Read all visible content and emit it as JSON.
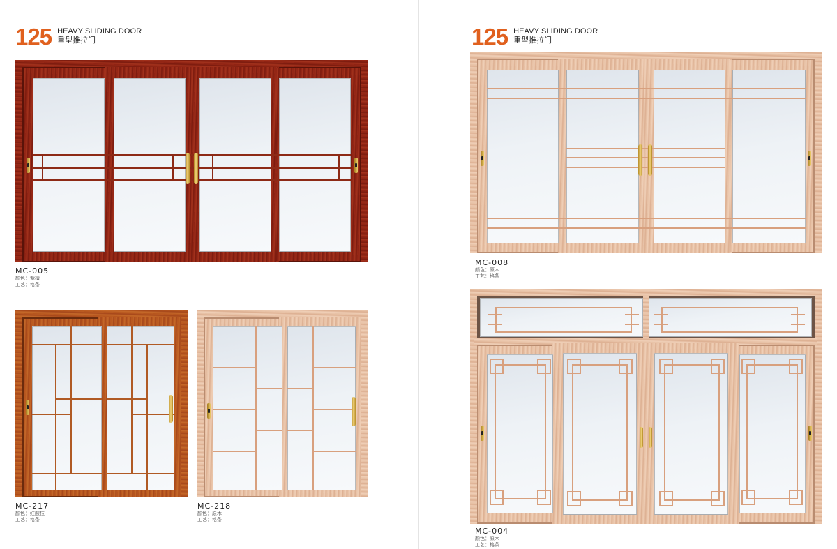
{
  "pages": [
    {
      "header": {
        "number": "125",
        "title_en": "HEAVY SLIDING DOOR",
        "title_cn": "重型推拉门"
      },
      "products": [
        {
          "code": "MC-005",
          "color_line": "颜色：紫檀",
          "craft_line": "工艺：格条",
          "finish": "mahogany",
          "finish_color": "#8b2012"
        },
        {
          "code": "MC-217",
          "color_line": "颜色：红酸枝",
          "craft_line": "工艺：格条",
          "finish": "red-sandalwood",
          "finish_color": "#b4521c"
        },
        {
          "code": "MC-218",
          "color_line": "颜色：原木",
          "craft_line": "工艺：格条",
          "finish": "natural-wood",
          "finish_color": "#e7c0a4"
        }
      ]
    },
    {
      "header": {
        "number": "125",
        "title_en": "HEAVY SLIDING DOOR",
        "title_cn": "重型推拉门"
      },
      "products": [
        {
          "code": "MC-008",
          "color_line": "颜色：原木",
          "craft_line": "工艺：格条",
          "finish": "natural-wood",
          "finish_color": "#e7c0a4"
        },
        {
          "code": "MC-004",
          "color_line": "颜色：原木",
          "craft_line": "工艺：格条",
          "finish": "natural-wood",
          "finish_color": "#e7c0a4"
        }
      ]
    }
  ],
  "colors": {
    "accent": "#e0601e",
    "text": "#222222",
    "subtext": "#666666",
    "divider": "#e4e4e4",
    "handle_gold": "#d9b14c"
  }
}
